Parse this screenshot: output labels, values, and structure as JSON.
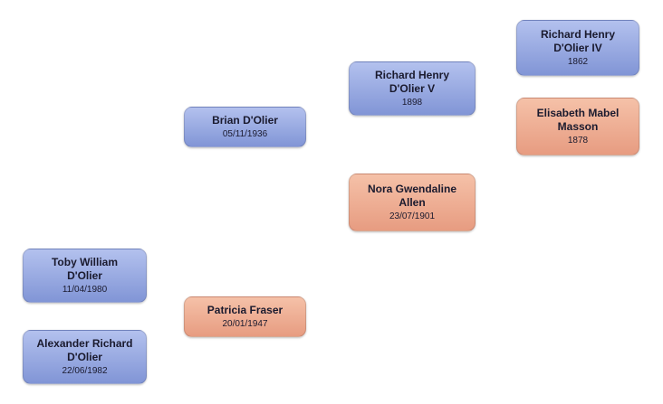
{
  "colors": {
    "background": "#ffffff",
    "text": "#1a1a2e",
    "male_gradient_top": "#b3c1ee",
    "male_gradient_bottom": "#8195d6",
    "female_gradient_top": "#f5c1a8",
    "female_gradient_bottom": "#e79c81"
  },
  "nodes": [
    {
      "gender": "male",
      "name_lines": [
        "Richard Henry",
        "D'Olier IV"
      ],
      "date": "1862"
    },
    {
      "gender": "male",
      "name_lines": [
        "Richard Henry",
        "D'Olier V"
      ],
      "date": "1898"
    },
    {
      "gender": "female",
      "name_lines": [
        "Elisabeth Mabel",
        "Masson"
      ],
      "date": "1878"
    },
    {
      "gender": "male",
      "name_lines": [
        "Brian D'Olier"
      ],
      "date": "05/11/1936"
    },
    {
      "gender": "female",
      "name_lines": [
        "Nora Gwendaline",
        "Allen"
      ],
      "date": "23/07/1901"
    },
    {
      "gender": "male",
      "name_lines": [
        "Toby William",
        "D'Olier"
      ],
      "date": "11/04/1980"
    },
    {
      "gender": "female",
      "name_lines": [
        "Patricia Fraser"
      ],
      "date": "20/01/1947"
    },
    {
      "gender": "male",
      "name_lines": [
        "Alexander Richard",
        "D'Olier"
      ],
      "date": "22/06/1982"
    }
  ]
}
